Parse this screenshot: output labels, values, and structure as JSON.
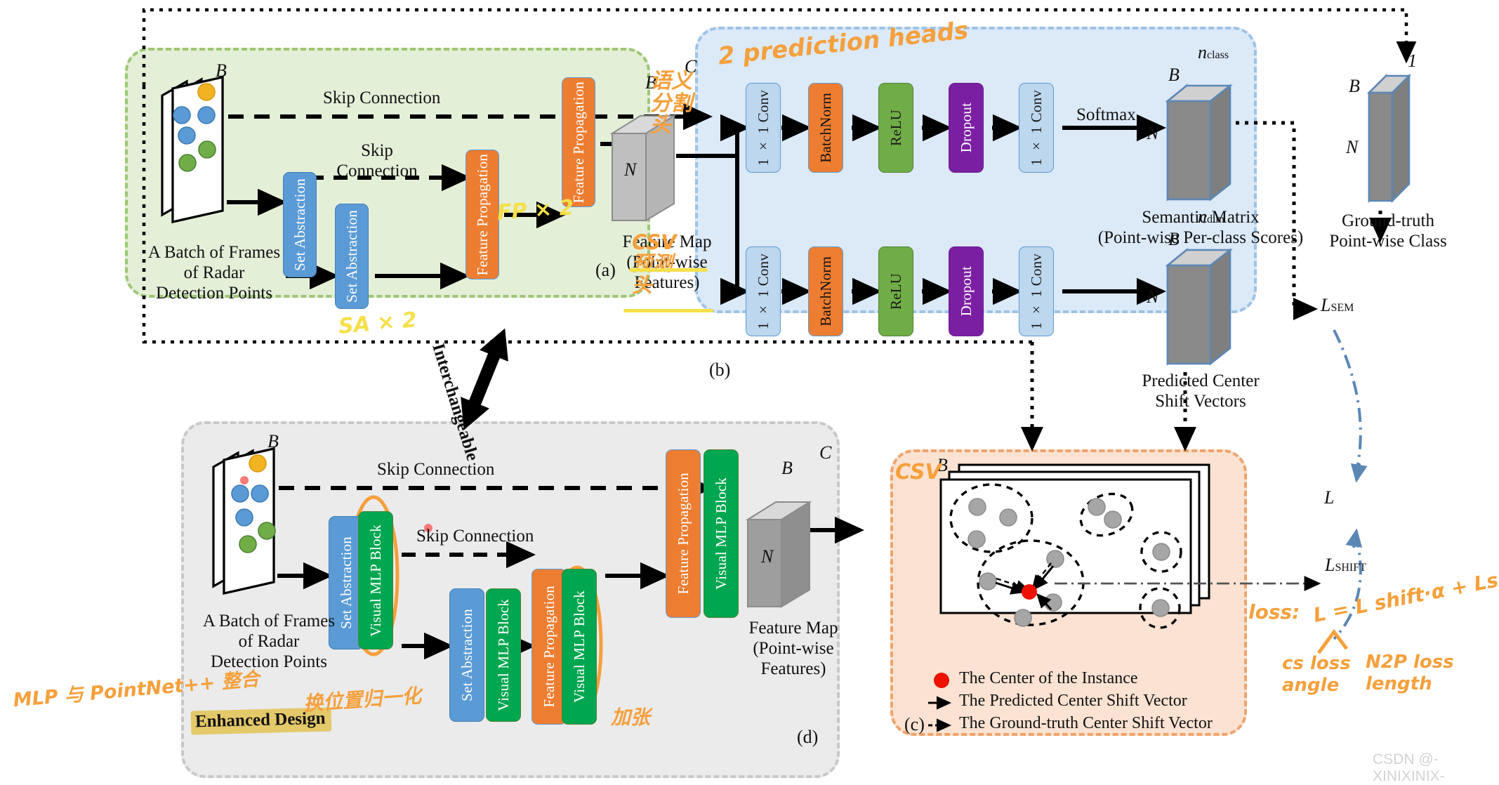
{
  "panels": {
    "a": {
      "tag": "(a)",
      "input_caption": "A Batch of Frames\nof Radar\nDetection Points",
      "input_dim_B": "B",
      "skip_top": "Skip Connection",
      "skip_mid": "Skip\nConnection",
      "blocks": [
        "Set Abstraction",
        "Set Abstraction",
        "Feature Propagation",
        "Feature Propagation"
      ],
      "tensor": {
        "B": "B",
        "C": "C",
        "N": "N"
      },
      "tensor_caption": "Feature Map\n(Point-wise\nFeatures)"
    },
    "b": {
      "tag": "(b)",
      "head_top": [
        "1 × 1 Conv",
        "BatchNorm",
        "ReLU",
        "Dropout",
        "1 × 1 Conv"
      ],
      "head_bottom": [
        "1 × 1 Conv",
        "BatchNorm",
        "ReLU",
        "Dropout",
        "1 × 1 Conv"
      ],
      "softmax": "Softmax",
      "sem_tensor": {
        "B": "B",
        "N": "N",
        "depth": "n",
        "depth_sub": "class"
      },
      "sem_caption": "Semantic Matrix\n(Point-wise Per-class Scores)",
      "csv_tensor": {
        "B": "B",
        "N": "N",
        "depth": "n",
        "depth_sub": "dim"
      },
      "csv_caption": "Predicted Center\nShift Vectors"
    },
    "c": {
      "tag": "(c)",
      "dim_B": "B",
      "legend": [
        {
          "marker": "red-dot-icon",
          "text": "The Center of the Instance"
        },
        {
          "marker": "solid-arrow-icon",
          "text": "The Predicted Center Shift Vector"
        },
        {
          "marker": "dashed-arrow-icon",
          "text": "The Ground-truth Center Shift Vector"
        }
      ]
    },
    "d": {
      "tag": "(d)",
      "input_caption": "A Batch of Frames\nof Radar\nDetection Points",
      "input_dim_B": "B",
      "skip_top": "Skip Connection",
      "skip_mid": "Skip Connection",
      "blocks": [
        "Set Abstraction",
        "Visual MLP Block",
        "Set Abstraction",
        "Visual MLP Block",
        "Feature Propagation",
        "Visual MLP Block",
        "Feature Propagation",
        "Visual MLP Block"
      ],
      "tensor": {
        "B": "B",
        "C": "C",
        "N": "N"
      },
      "tensor_caption": "Feature Map\n(Point-wise\nFeatures)",
      "badge": "Enhanced Design"
    }
  },
  "gt": {
    "dim_B": "B",
    "dim_N": "N",
    "depth": "1",
    "caption": "Ground-truth\nPoint-wise Class"
  },
  "losses": {
    "sem": "L",
    "sem_sub": "SEM",
    "shift": "L",
    "shift_sub": "SHIFT",
    "total": "L"
  },
  "interchangeable_label": "Interchangeable",
  "handwriting": [
    {
      "id": "hw-2-prediction-heads",
      "text": "2 prediction heads",
      "color": "#f5a03c"
    },
    {
      "id": "hw-semantic-cn",
      "text": "语义分割头",
      "color": "#f5a03c"
    },
    {
      "id": "hw-csv-cn",
      "text": "CSV 预测头",
      "color": "#f5a03c"
    },
    {
      "id": "hw-sa-x2",
      "text": "SA × 2",
      "color": "#f5e04a"
    },
    {
      "id": "hw-fp-x2",
      "text": "FP × 2",
      "color": "#f5e04a"
    },
    {
      "id": "hw-mlp-pointnet",
      "text": "MLP 与 PointNet++ 整合",
      "color": "#f5a03c"
    },
    {
      "id": "hw-normalize-cn",
      "text": "换位置归一化",
      "color": "#f5a03c"
    },
    {
      "id": "hw-add-cn",
      "text": "加张",
      "color": "#f5a03c"
    },
    {
      "id": "hw-csv-label",
      "text": "CSV",
      "color": "#f5a03c"
    },
    {
      "id": "hw-loss-title",
      "text": "loss:",
      "color": "#f5a03c"
    },
    {
      "id": "hw-loss-formula",
      "text": "L = L shift·α + Lsem",
      "color": "#f5a03c"
    },
    {
      "id": "hw-cs-loss",
      "text": "cs loss\nangle",
      "color": "#f5a03c"
    },
    {
      "id": "hw-n2p-loss",
      "text": "N2P loss\nlength",
      "color": "#f5a03c"
    }
  ],
  "watermark": "CSDN @-XINIXINIX-"
}
